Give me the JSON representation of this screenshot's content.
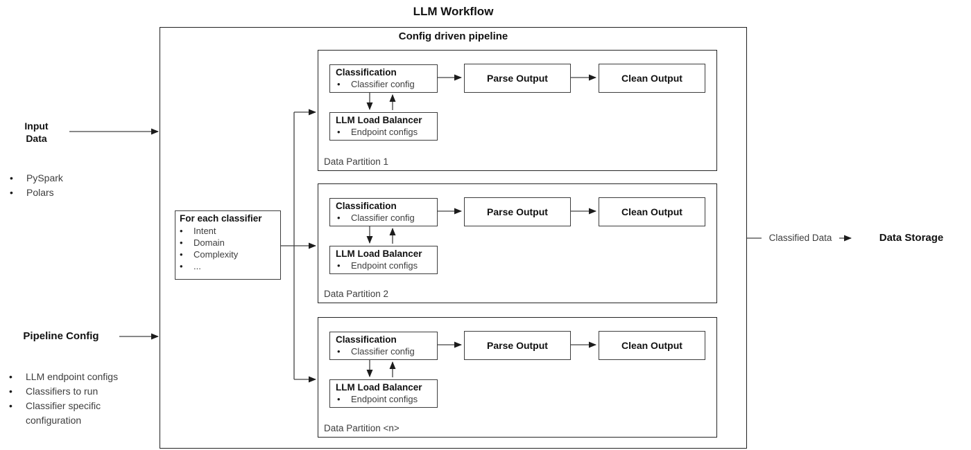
{
  "title": "LLM Workflow",
  "pipeline": {
    "label": "Config driven pipeline"
  },
  "input_data": {
    "title": "Input Data",
    "bullets": [
      "PySpark",
      "Polars"
    ]
  },
  "pipeline_config": {
    "title": "Pipeline Config",
    "bullets": [
      "LLM endpoint configs",
      "Classifiers to run",
      "Classifier specific configuration"
    ]
  },
  "for_each_classifier": {
    "title": "For each classifier",
    "bullets": [
      "Intent",
      "Domain",
      "Complexity",
      "..."
    ]
  },
  "partitions": [
    {
      "label": "Data Partition 1",
      "classification": {
        "title": "Classification",
        "bullets": [
          "Classifier config"
        ]
      },
      "load_balancer": {
        "title": "LLM Load Balancer",
        "bullets": [
          "Endpoint configs"
        ]
      },
      "parse_output": "Parse Output",
      "clean_output": "Clean Output"
    },
    {
      "label": "Data Partition 2",
      "classification": {
        "title": "Classification",
        "bullets": [
          "Classifier config"
        ]
      },
      "load_balancer": {
        "title": "LLM Load Balancer",
        "bullets": [
          "Endpoint configs"
        ]
      },
      "parse_output": "Parse Output",
      "clean_output": "Clean Output"
    },
    {
      "label": "Data Partition <n>",
      "classification": {
        "title": "Classification",
        "bullets": [
          "Classifier config"
        ]
      },
      "load_balancer": {
        "title": "LLM Load Balancer",
        "bullets": [
          "Endpoint configs"
        ]
      },
      "parse_output": "Parse Output",
      "clean_output": "Clean Output"
    }
  ],
  "output": {
    "arrow_label": "Classified Data",
    "storage_title": "Data Storage"
  },
  "colors": {
    "background": "#ffffff",
    "border": "#1f1f1f",
    "inner_border": "#3c3c3c",
    "line": "#404040",
    "text_bold": "#111111",
    "text_regular": "#3d3d3d"
  }
}
